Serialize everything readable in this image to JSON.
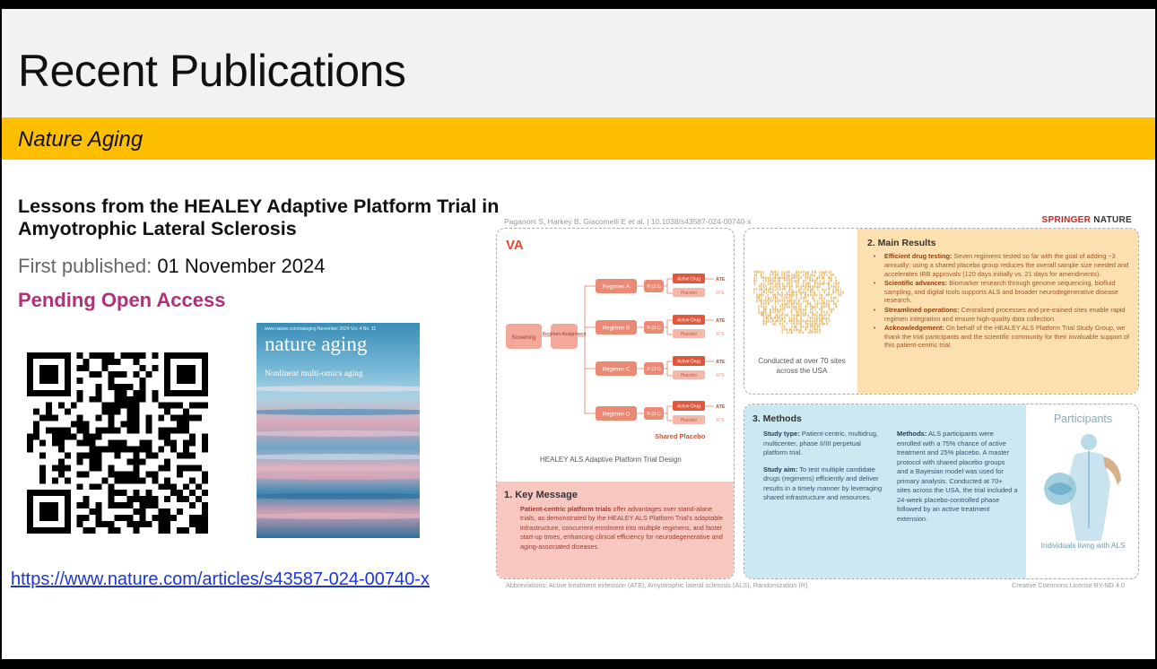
{
  "slide": {
    "title": "Recent Publications",
    "journal": "Nature Aging",
    "paper_title": "Lessons from the HEALEY Adaptive Platform Trial in Amyotrophic Lateral Sclerosis",
    "published_label": "First published:",
    "published_date": "01 November 2024",
    "access": "Pending Open Access",
    "link": "https://www.nature.com/articles/s43587-024-00740-x",
    "colors": {
      "journal_bar": "#fdbf00",
      "access": "#b0307a",
      "link": "#1d35d6"
    }
  },
  "qr": {
    "icon": "qr-code"
  },
  "cover": {
    "masthead": "nature aging",
    "subtitle": "Nonlinear multi-omics aging",
    "strip": "www.nature.com/nataging   November 2024 Vol. 4 No. 11"
  },
  "abstract": {
    "citation": "Paganoni S, Harkey B, Giacomelli E et al. | 10.1038/s43587-024-00740-x",
    "publisher_a": "SPRINGER ",
    "publisher_b": "NATURE",
    "logo": "VA",
    "design": {
      "screening": "Screening",
      "regimen_assignment": "Regimen Assignment",
      "regimens": [
        {
          "name": "Regimen A",
          "ratio": "R (3:1)"
        },
        {
          "name": "Regimen B",
          "ratio": "R (3:1)"
        },
        {
          "name": "Regimen C",
          "ratio": "R (3:1)"
        },
        {
          "name": "Regimen D",
          "ratio": "R (3:1)"
        }
      ],
      "active_drug": "Active Drug",
      "placebo": "Placebo",
      "ate": "ATE",
      "shared_placebo": "Shared Placebo",
      "caption": "HEALEY ALS Adaptive Platform Trial Design"
    },
    "key_message": {
      "heading": "1.  Key Message",
      "bold": "Patient-centric platform trials",
      "text": " offer advantages over stand-alone trials, as demonstrated by the HEALEY ALS Platform Trial's adaptable infrastructure, concurrent enrolment into multiple regimens, and faster start-up times, enhancing clinical efficiency for neurodegenerative and aging-associated diseases."
    },
    "results": {
      "heading": "2.  Main Results",
      "map_caption": "Conducted at over 70 sites across the USA",
      "items": [
        {
          "bold": "Efficient drug testing:",
          "text": " Seven regimens tested so far with the goal of adding ~3 annually; using a shared placebo group reduces the overall sample size needed and accelerates IRB approvals (120 days initially vs. 21 days for amendments)."
        },
        {
          "bold": "Scientific advances:",
          "text": " Biomarker research through genome sequencing, biofluid sampling, and digital tools supports ALS and broader neurodegenerative disease research."
        },
        {
          "bold": "Streamlined operations:",
          "text": " Centralized processes and pre-trained sites enable rapid regimen integration and ensure high-quality data collection."
        },
        {
          "bold": "Acknowledgement:",
          "text": " On behalf of the HEALEY ALS Platform Trial Study Group, we thank the trial participants and the scientific community for their invaluable support of this patient-centric trial."
        }
      ]
    },
    "methods": {
      "heading": "3.  Methods",
      "study_type_label": "Study type:",
      "study_type": " Patient-centric, multidrug, multicenter, phase II/III perpetual platform trial.",
      "study_aim_label": "Study aim:",
      "study_aim": " To test multiple candidate drugs (regimens) efficiently and deliver results in a timely manner by leveraging shared infrastructure and resources.",
      "methods_label": "Methods:",
      "methods_text": " ALS participants were enrolled with a 75% chance of active treatment and 25% placebo. A master protocol with shared placebo groups and a Bayesian model was used for primary analysis. Conducted at 70+ sites across the USA, the trial included a 24-week placebo-controlled phase followed by an active treatment extension."
    },
    "participants": {
      "heading": "Participants",
      "caption": "Individuals living with ALS"
    },
    "abbreviations": "Abbreviations: Active treatment extension (ATE), Amyotrophic lateral sclerosis (ALS), Randomization (R)",
    "license": "Creative Commons License BY-ND 4.0"
  }
}
